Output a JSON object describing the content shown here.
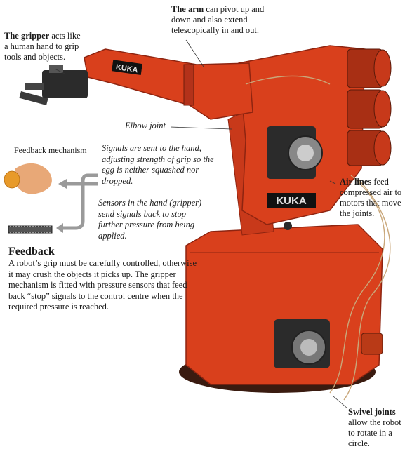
{
  "callouts": {
    "gripper": {
      "bold": "The gripper",
      "text": "acts like a human hand to grip tools and objects."
    },
    "arm": {
      "bold": "The arm",
      "text": "can pivot up and down and also extend telescopically in and out."
    },
    "elbow": {
      "text": "Elbow joint"
    },
    "air": {
      "bold": "Air lines",
      "text": "feed compressed air to motors that move the joints."
    },
    "swivel": {
      "bold": "Swivel joints",
      "text": "allow the robot to rotate in a circle."
    }
  },
  "feedback_mechanism": {
    "label": "Feedback mechanism",
    "signals_to_hand": "Signals are sent to the hand, adjusting strength of grip so the egg is neither squashed nor dropped.",
    "sensors": "Sensors in the hand (gripper) send signals back to stop further pressure from being applied."
  },
  "feedback": {
    "title": "Feedback",
    "body": "A robot’s grip must be carefully controlled, otherwise it may crush the objects it picks up. The gripper mechanism is fitted with pressure sensors that feed back “stop” signals to the control centre when the required pressure is reached."
  },
  "robot_brand": "KUKA",
  "colors": {
    "robot": "#d9401c",
    "robot_dark": "#8e2410",
    "metal": "#2b2b2b",
    "egg": "#e89a2a",
    "arrow": "#9a9a9a"
  }
}
